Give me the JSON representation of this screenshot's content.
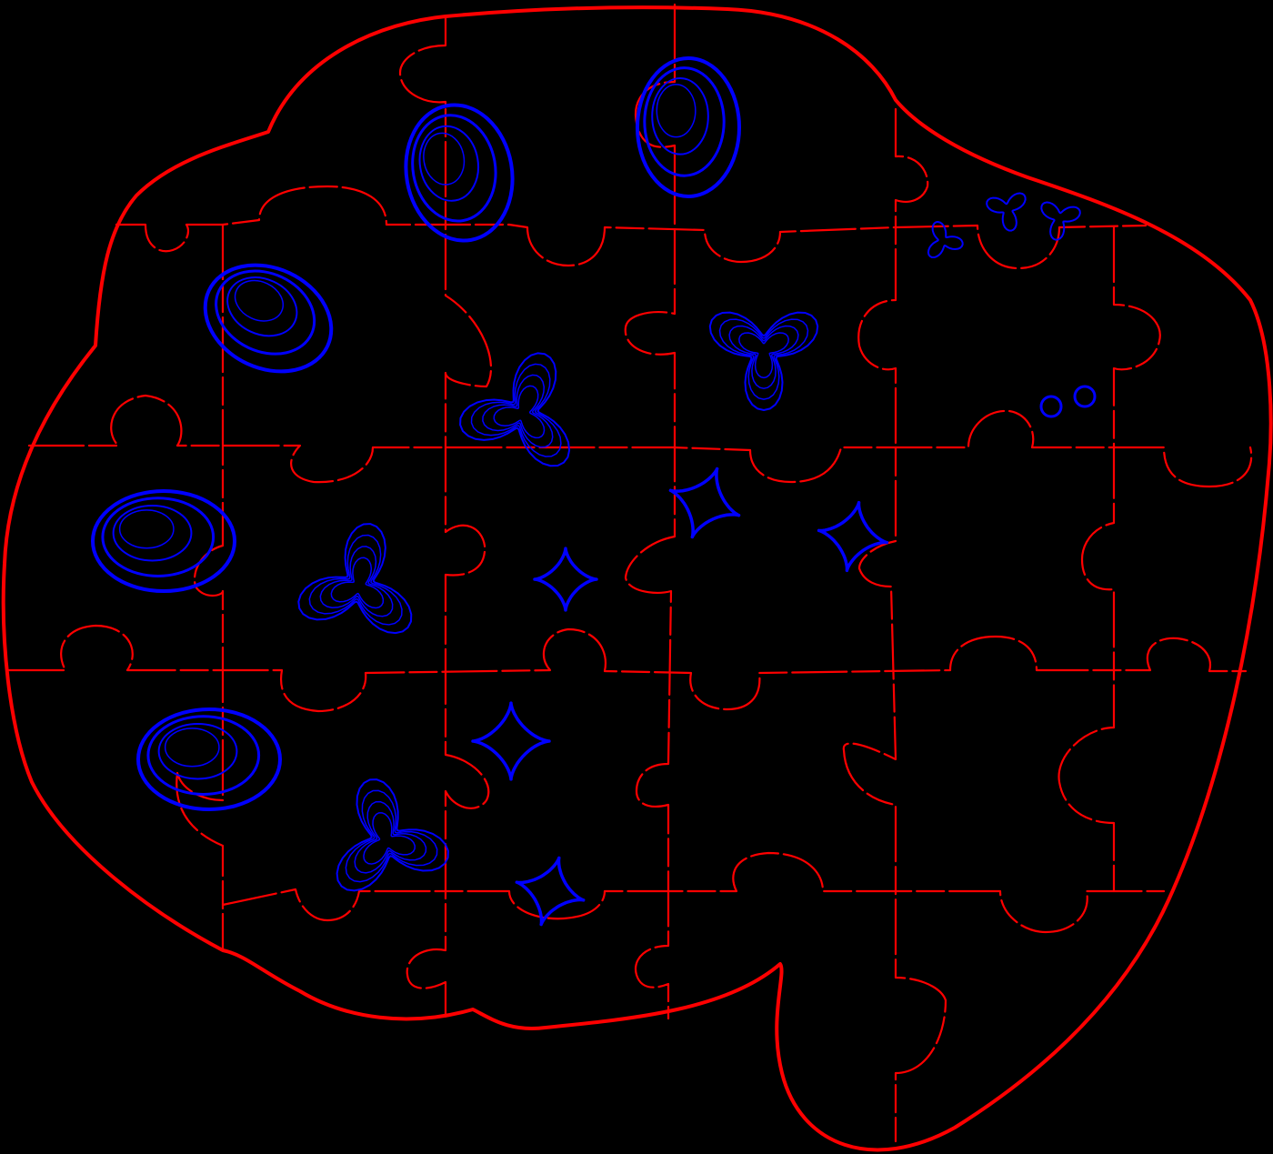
{
  "colors": {
    "background": "#000000",
    "outline": "#ff0000",
    "puzzle_edges": "#ff0000",
    "glyphs": "#0000ff"
  },
  "diagram": {
    "shapes": [
      "ellipse-cluster",
      "trefoil",
      "four-point-star",
      "double-circle"
    ],
    "outline_style": "solid",
    "edge_style": "dashed"
  }
}
